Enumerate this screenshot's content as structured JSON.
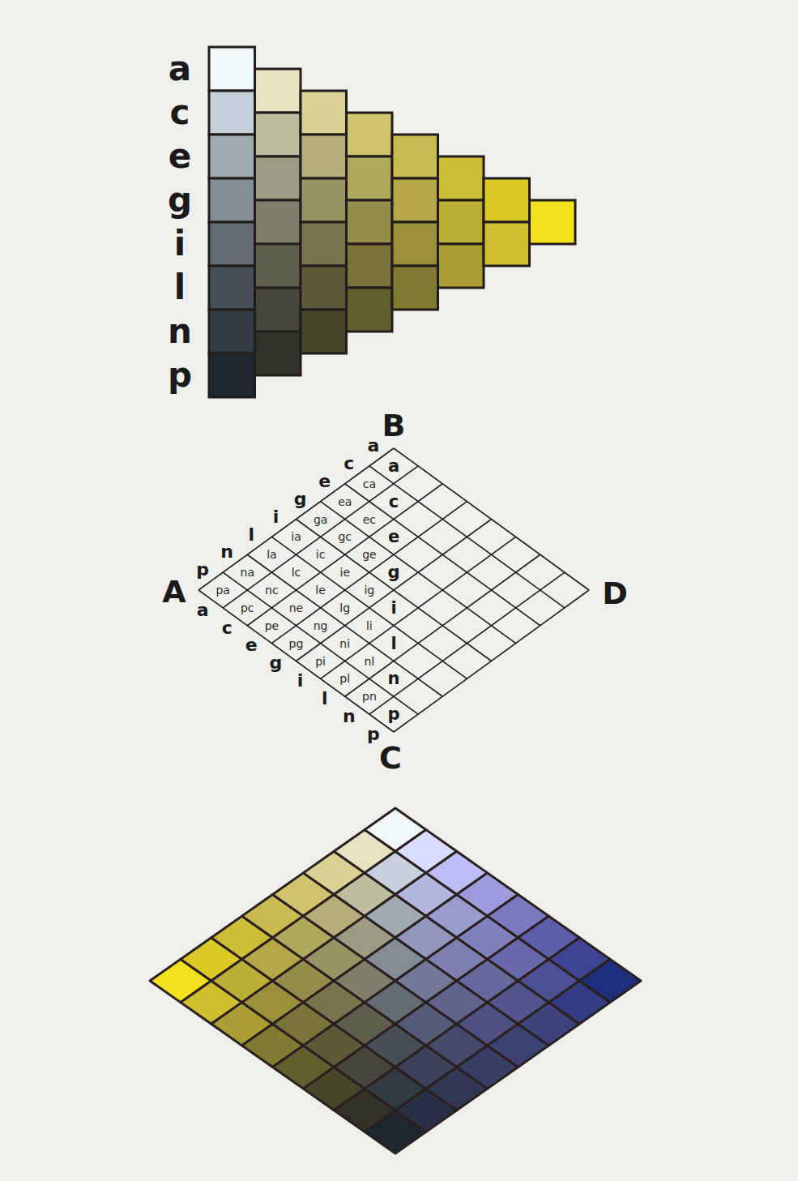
{
  "diagram": {
    "labels": [
      "a",
      "c",
      "e",
      "g",
      "i",
      "l",
      "n",
      "p",
      "B",
      "A",
      "D",
      "C",
      "p",
      "n",
      "l",
      "i",
      "g",
      "e",
      "c",
      "a",
      "a",
      "c",
      "e",
      "g",
      "i",
      "l",
      "n",
      "p",
      "a",
      "c",
      "e",
      "g",
      "i",
      "l",
      "n",
      "p",
      "ca",
      "ea",
      "ga",
      "ec",
      "ia",
      "gc",
      "la",
      "ic",
      "ge",
      "na",
      "lc",
      "ie",
      "pa",
      "nc",
      "le",
      "ig",
      "pc",
      "ne",
      "lg",
      "pe",
      "ng",
      "li",
      "pg",
      "ni",
      "pi",
      "nl",
      "pl",
      "pn"
    ]
  }
}
